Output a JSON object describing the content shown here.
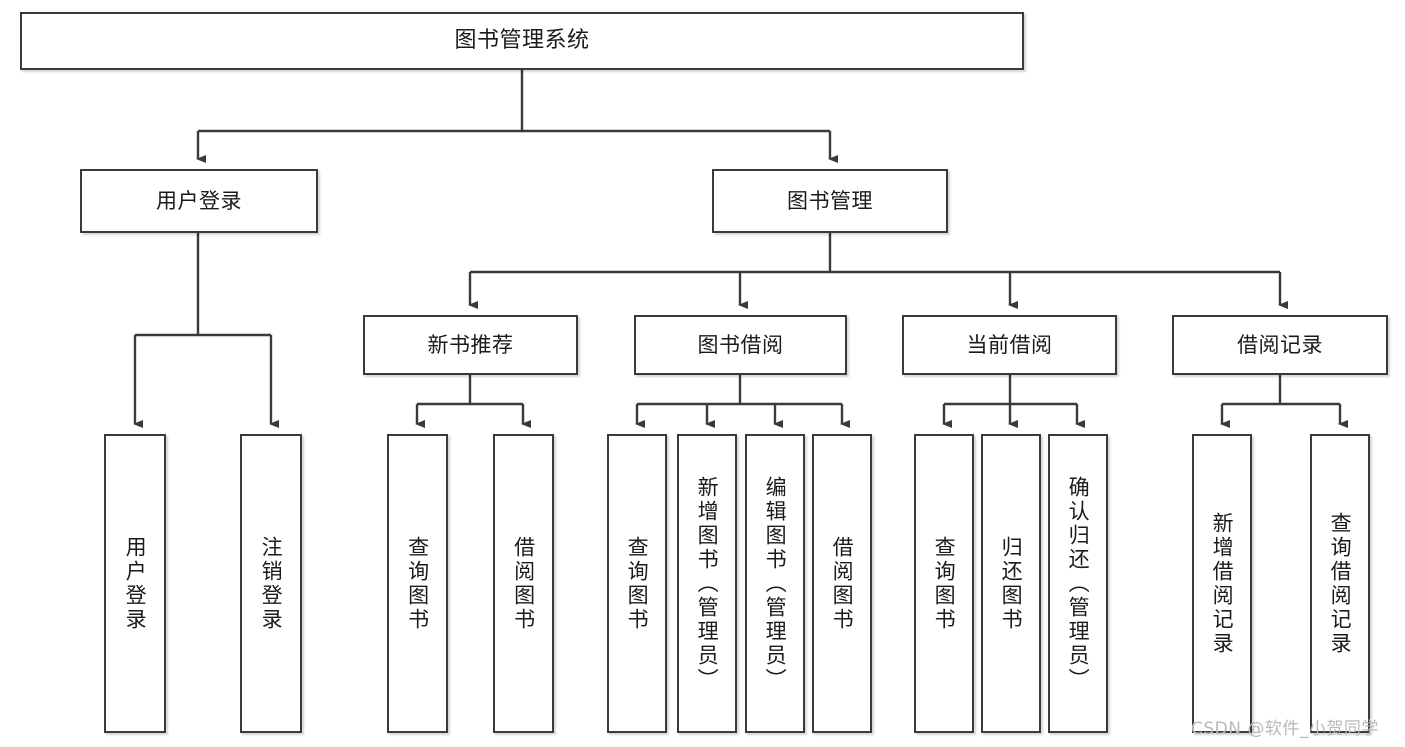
{
  "diagram": {
    "type": "tree",
    "title": "图书管理系统",
    "watermark": "CSDN @软件_小贺同学",
    "colors": {
      "border": "#3a3a3a",
      "background": "#ffffff",
      "text": "#1b1b1b",
      "edge": "#3a3a3a",
      "watermark": "#b9b9b9"
    },
    "nodes": {
      "root": {
        "label": "图书管理系统"
      },
      "level2": [
        {
          "label": "用户登录"
        },
        {
          "label": "图书管理"
        }
      ],
      "level3": [
        {
          "label": "新书推荐"
        },
        {
          "label": "图书借阅"
        },
        {
          "label": "当前借阅"
        },
        {
          "label": "借阅记录"
        }
      ],
      "leaves": {
        "user_login": [
          {
            "label": "用户登录"
          },
          {
            "label": "注销登录"
          }
        ],
        "new_book": [
          {
            "label": "查询图书"
          },
          {
            "label": "借阅图书"
          }
        ],
        "book_borrow": [
          {
            "label": "查询图书"
          },
          {
            "label": "新增图书（管理员）"
          },
          {
            "label": "编辑图书（管理员）"
          },
          {
            "label": "借阅图书"
          }
        ],
        "current_borrow": [
          {
            "label": "查询图书"
          },
          {
            "label": "归还图书"
          },
          {
            "label": "确认归还（管理员）"
          }
        ],
        "borrow_record": [
          {
            "label": "新增借阅记录"
          },
          {
            "label": "查询借阅记录"
          }
        ]
      }
    }
  }
}
